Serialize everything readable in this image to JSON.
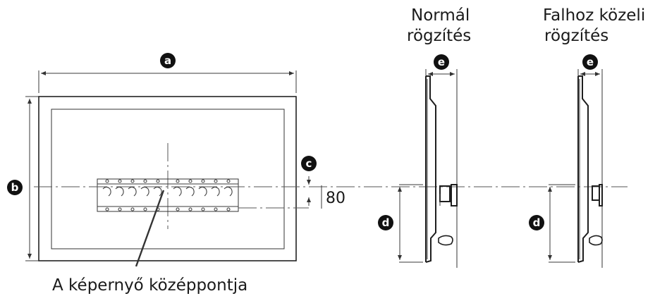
{
  "labels": {
    "normal_line1": "Normál",
    "normal_line2": "rögzítés",
    "close_line1": "Falhoz közeli",
    "close_line2": "rögzítés",
    "screen_center": "A képernyő középpontja",
    "dimension_80": "80"
  },
  "badges": {
    "a": "a",
    "b": "b",
    "c": "c",
    "d": "d",
    "e": "e"
  }
}
